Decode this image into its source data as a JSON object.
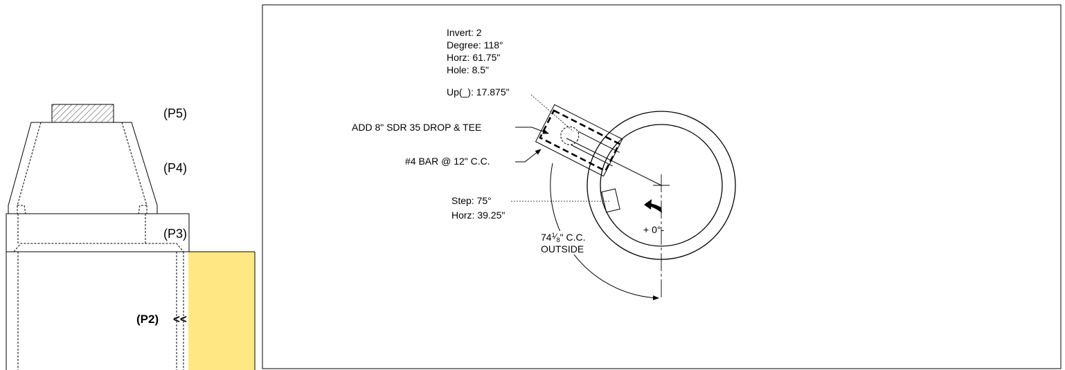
{
  "elevation": {
    "sections": [
      {
        "id": "p5",
        "label": "(P5)"
      },
      {
        "id": "p4",
        "label": "(P4)"
      },
      {
        "id": "p3",
        "label": "(P3)"
      },
      {
        "id": "p2",
        "label": "(P2)"
      }
    ],
    "current_marker": "<<",
    "highlight_color": "#FFE884"
  },
  "plan": {
    "invert_callout": [
      "Invert: 2",
      "Degree: 118°",
      "Horz: 61.75\"",
      "Hole: 8.5\"",
      "Up(_): 17.875\""
    ],
    "drop_note": "ADD 8\" SDR 35 DROP & TEE",
    "bar_note": "#4 BAR @ 12\" C.C.",
    "step_callout": [
      "Step: 75°",
      "Horz: 39.25\""
    ],
    "arc_dim": {
      "whole": "74",
      "num": "1",
      "den": "8",
      "suffix": "\" C.C.",
      "line2": "OUTSIDE"
    },
    "zero_mark": "+ 0°-"
  }
}
